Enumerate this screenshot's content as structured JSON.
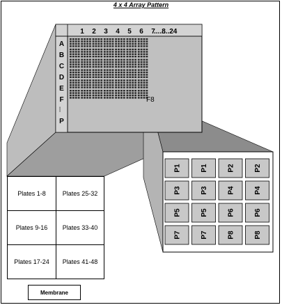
{
  "title": "4 x 4 Array Pattern",
  "columns": [
    "1",
    "2",
    "3",
    "4",
    "5",
    "6",
    "7",
    "8",
    "........24"
  ],
  "rows": [
    "A",
    "B",
    "C",
    "D",
    "E",
    "F",
    "....",
    "P"
  ],
  "highlight_label": "F8",
  "plate_groups": [
    [
      "Plates 1-8",
      "Plates 25-32"
    ],
    [
      "Plates 9-16",
      "Plates 33-40"
    ],
    [
      "Plates 17-24",
      "Plates 41-48"
    ]
  ],
  "array_cells": [
    [
      "P1",
      "P1",
      "P2",
      "P2"
    ],
    [
      "P3",
      "P3",
      "P4",
      "P4"
    ],
    [
      "P5",
      "P5",
      "P6",
      "P6"
    ],
    [
      "P7",
      "P7",
      "P8",
      "P8"
    ]
  ],
  "membrane_label": "Membrane",
  "colors": {
    "plate_bg": "#c0c0c0",
    "header_bg": "#d3d3d3",
    "dot": "#2a2a2a",
    "projection": "#a0a0a0",
    "array_bg": "#c8c8c8"
  }
}
